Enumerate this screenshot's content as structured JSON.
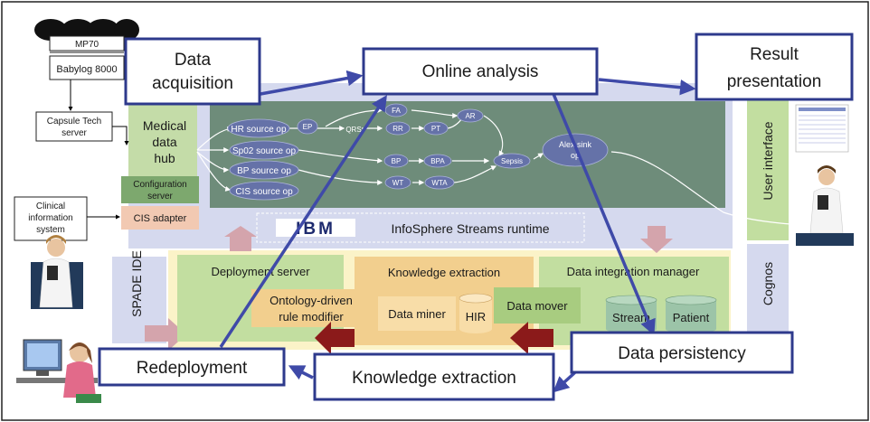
{
  "colors": {
    "callout_border": "#2e3a8c",
    "arrow": "#3f4aa8",
    "runtime_panel": "#d5d9ee",
    "streams_panel": "#6e8c7a",
    "green_box": "#c2dea0",
    "orange_box": "#f2cf8e",
    "yellow_panel": "#fbf3c8",
    "operator": "#6572a8",
    "pink_arrow": "#d4a4ac",
    "dark_red_arrow": "#8b1a1a"
  },
  "devices": {
    "monitor": "MP70",
    "ventilator": "Babylog 8000"
  },
  "capsule_server": [
    "Capsule Tech",
    "server"
  ],
  "clinical_system": [
    "Clinical",
    "information",
    "system"
  ],
  "medical_hub": [
    "Medical",
    "data",
    "hub"
  ],
  "config_server": [
    "Configuration",
    "server"
  ],
  "cis_adapter": "CIS adapter",
  "spade_ide": "SPADE IDE",
  "source_ops": [
    "HR source op",
    "Sp02 source op",
    "BP source op",
    "CIS source op"
  ],
  "operators": {
    "ep": "EP",
    "qrs": "QRS",
    "fa": "FA",
    "rr": "RR",
    "pt": "PT",
    "ar": "AR",
    "bp": "BP",
    "bpa": "BPA",
    "wt": "WT",
    "wta": "WTA",
    "sepsis": "Sepsis",
    "alex_sink": [
      "Alex sink",
      "op"
    ]
  },
  "runtime": {
    "logo": "IBM",
    "label": "InfoSphere Streams runtime"
  },
  "deployment_server": "Deployment server",
  "ontology_modifier": [
    "Ontology-driven",
    "rule modifier"
  ],
  "knowledge_extraction_panel": "Knowledge extraction",
  "data_miner": "Data miner",
  "hir": "HIR",
  "data_mover": "Data mover",
  "data_integration_manager": "Data  integration manager",
  "stores": [
    "Stream",
    "Patient"
  ],
  "user_interface": "User interface",
  "cognos": "Cognos",
  "callouts": {
    "data_acquisition": [
      "Data",
      "acquisition"
    ],
    "online_analysis": "Online analysis",
    "result_presentation": [
      "Result",
      "presentation"
    ],
    "redeployment": "Redeployment",
    "knowledge_extraction": "Knowledge extraction",
    "data_persistency": "Data persistency"
  }
}
